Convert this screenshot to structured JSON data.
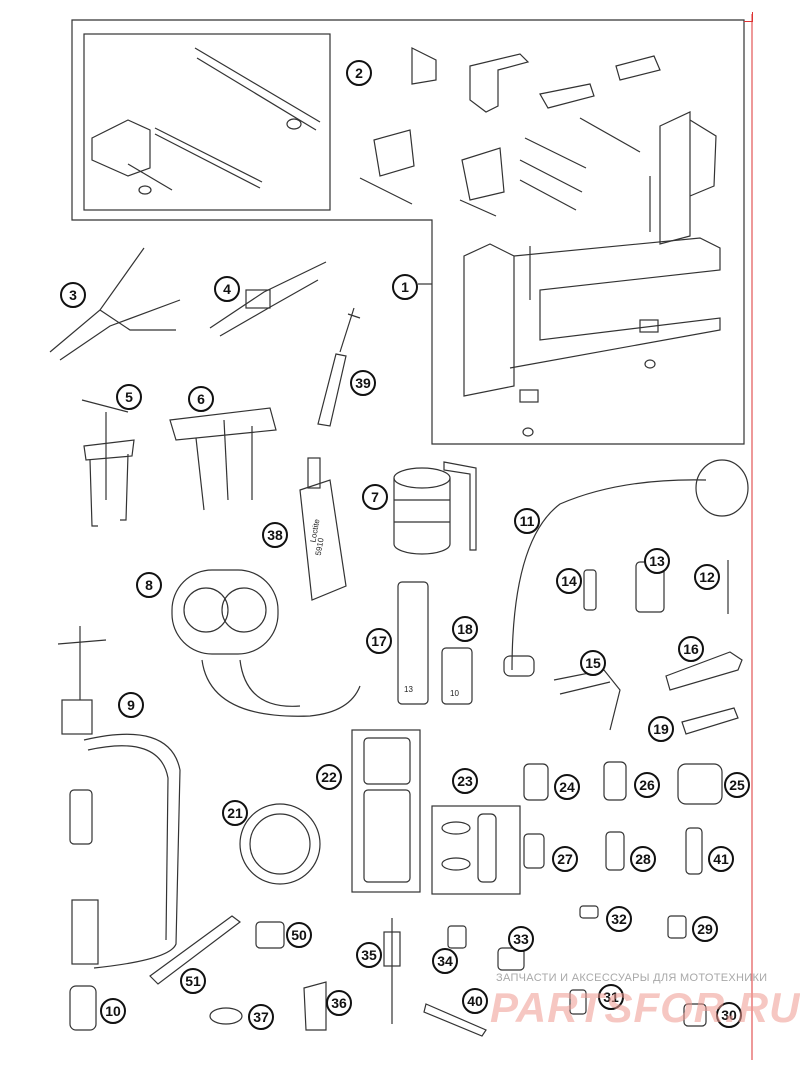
{
  "diagram": {
    "parts": [
      {
        "id": "1",
        "label": "1"
      },
      {
        "id": "2",
        "label": "2"
      },
      {
        "id": "3",
        "label": "3"
      },
      {
        "id": "4",
        "label": "4"
      },
      {
        "id": "5",
        "label": "5"
      },
      {
        "id": "6",
        "label": "6"
      },
      {
        "id": "7",
        "label": "7"
      },
      {
        "id": "8",
        "label": "8"
      },
      {
        "id": "9",
        "label": "9"
      },
      {
        "id": "10",
        "label": "10"
      },
      {
        "id": "11",
        "label": "11"
      },
      {
        "id": "12",
        "label": "12"
      },
      {
        "id": "13",
        "label": "13"
      },
      {
        "id": "14",
        "label": "14"
      },
      {
        "id": "15",
        "label": "15"
      },
      {
        "id": "16",
        "label": "16"
      },
      {
        "id": "17",
        "label": "17"
      },
      {
        "id": "18",
        "label": "18"
      },
      {
        "id": "19",
        "label": "19"
      },
      {
        "id": "21",
        "label": "21"
      },
      {
        "id": "22",
        "label": "22"
      },
      {
        "id": "23",
        "label": "23"
      },
      {
        "id": "24",
        "label": "24"
      },
      {
        "id": "25",
        "label": "25"
      },
      {
        "id": "26",
        "label": "26"
      },
      {
        "id": "27",
        "label": "27"
      },
      {
        "id": "28",
        "label": "28"
      },
      {
        "id": "29",
        "label": "29"
      },
      {
        "id": "30",
        "label": "30"
      },
      {
        "id": "31",
        "label": "31"
      },
      {
        "id": "32",
        "label": "32"
      },
      {
        "id": "33",
        "label": "33"
      },
      {
        "id": "34",
        "label": "34"
      },
      {
        "id": "35",
        "label": "35"
      },
      {
        "id": "36",
        "label": "36"
      },
      {
        "id": "37",
        "label": "37"
      },
      {
        "id": "38",
        "label": "38"
      },
      {
        "id": "39",
        "label": "39"
      },
      {
        "id": "40",
        "label": "40"
      },
      {
        "id": "41",
        "label": "41"
      },
      {
        "id": "50",
        "label": "50"
      },
      {
        "id": "51",
        "label": "51"
      }
    ],
    "tool_prints": {
      "socket_17": "13",
      "socket_18": "10",
      "tube_38_line1": "Loctite",
      "tube_38_line2": "5910"
    }
  },
  "watermark": {
    "caption": "ЗАПЧАСТИ И АКСЕССУАРЫ ДЛЯ МОТОТЕХНИКИ",
    "logo_text": "PARTSFOR.RU"
  },
  "colors": {
    "line": "#333333",
    "border_red": "#dd3333",
    "watermark": "#ef9a92"
  }
}
